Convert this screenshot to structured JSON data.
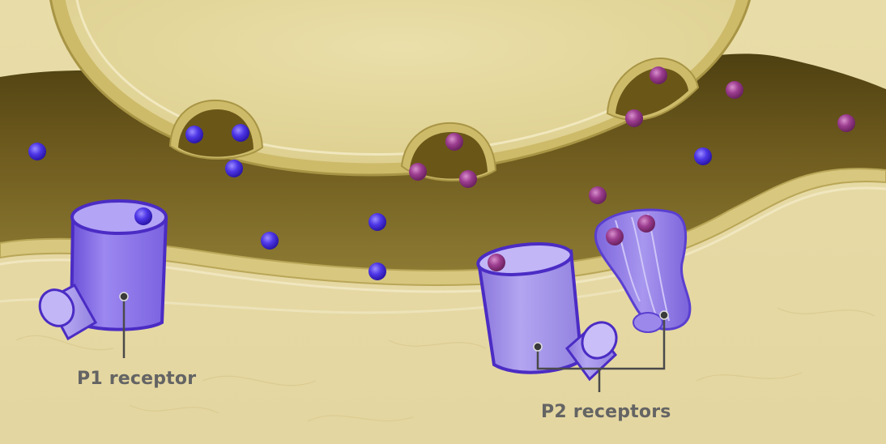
{
  "labels": {
    "p1_receptor": "P1 receptor",
    "p2_receptors": "P2 receptors"
  },
  "colors": {
    "adenosine_molecule": "#3a22d8",
    "atp_molecule": "#9a3a8c",
    "receptor": "#8a74e6",
    "receptor_outline": "#4b2cc4",
    "cleft": "#6e5b1e",
    "cell_fill": "#e6d9a4",
    "leader_line": "#4a4a4a"
  },
  "icons": {
    "p1_receptor": "cylinder-channel",
    "p2x_receptor": "ion-channel",
    "p2y_receptor": "gpcr",
    "molecule": "sphere"
  }
}
